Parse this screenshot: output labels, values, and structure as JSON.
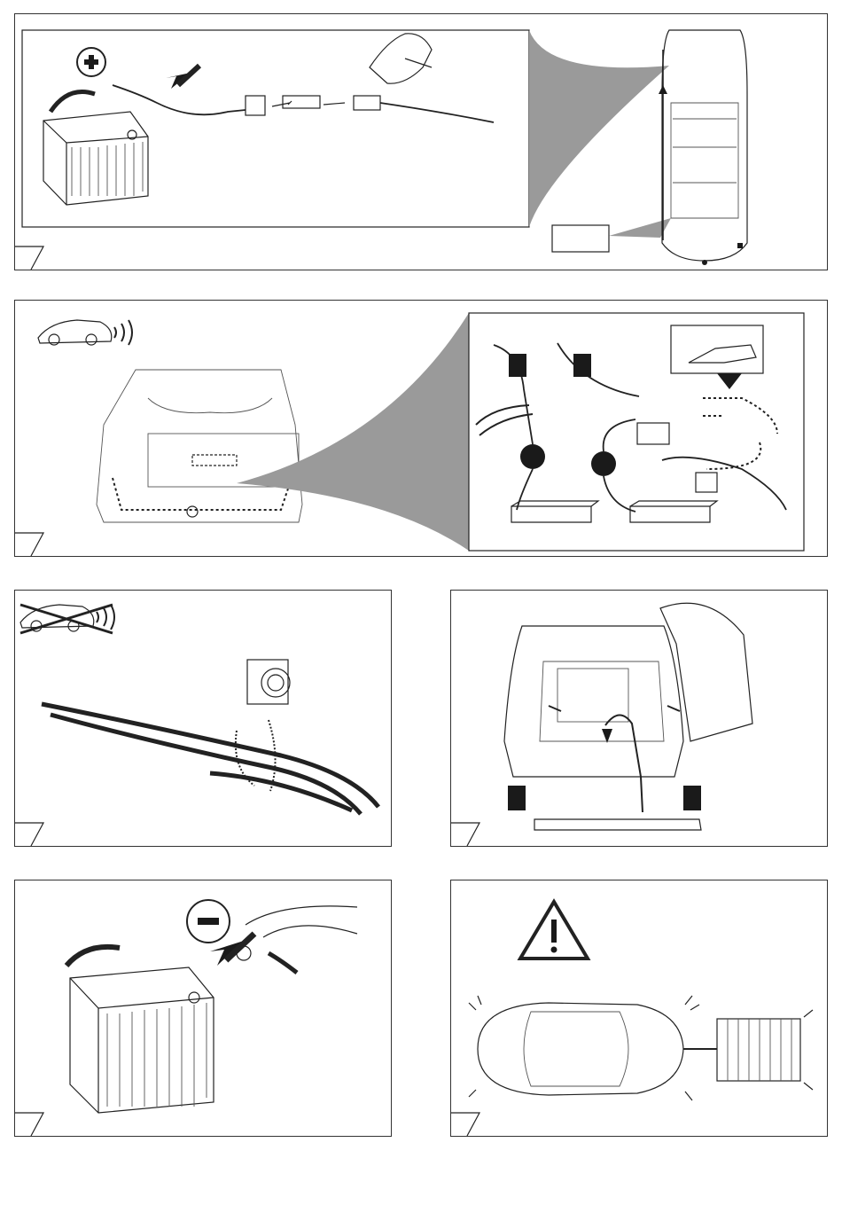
{
  "page": {
    "panels": [
      {
        "id": "step-1",
        "icons": [
          "battery-positive-icon",
          "crimp-tool-icon",
          "vehicle-top-view-icon"
        ]
      },
      {
        "id": "step-2",
        "icons": [
          "vehicle-signal-icon",
          "drill-icon",
          "wire-cutter-icon",
          "control-module-icon"
        ]
      },
      {
        "id": "step-3",
        "icons": [
          "vehicle-signal-crossed-icon",
          "insulation-tape-icon"
        ]
      },
      {
        "id": "step-4",
        "icons": [
          "open-tailgate-icon",
          "bumper-trim-icon"
        ]
      },
      {
        "id": "step-5",
        "icons": [
          "battery-negative-icon"
        ]
      },
      {
        "id": "step-6",
        "icons": [
          "warning-triangle-icon",
          "car-with-trailer-icon"
        ]
      }
    ]
  },
  "colors": {
    "line": "#222222",
    "shade": "#9a9a9a",
    "fill": "#1a1a1a"
  }
}
